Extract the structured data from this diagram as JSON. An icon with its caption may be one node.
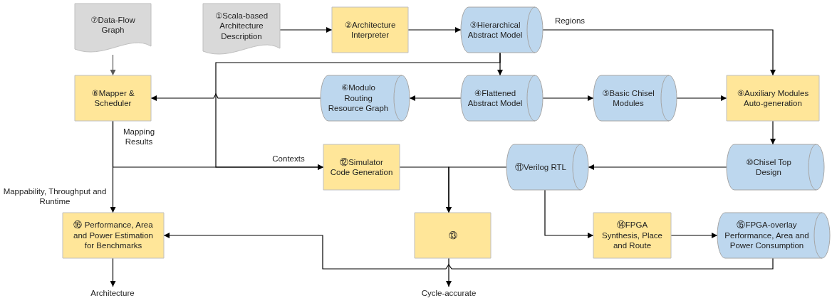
{
  "diagram": {
    "nodes": [
      {
        "text": [
          "⑦Data-Flow Graph"
        ]
      },
      {
        "text": [
          "①Scala-based Architecture Description"
        ]
      },
      {
        "text": [
          "②Architecture Interpreter"
        ]
      },
      {
        "text": [
          "③Hierarchical Abstract Model"
        ]
      },
      {
        "text": [
          "⑧Mapper & Scheduler"
        ]
      },
      {
        "text": [
          "⑥Modulo Routing Resource Graph"
        ]
      },
      {
        "text": [
          "④Flattened Abstract Model"
        ]
      },
      {
        "text": [
          "⑤Basic Chisel Modules"
        ]
      },
      {
        "text": [
          "⑨Auxiliary Modules Auto-generation"
        ]
      },
      {
        "text": [
          "⑫Simulator Code Generation"
        ]
      },
      {
        "text": [
          "⑪Verilog RTL"
        ]
      },
      {
        "text": [
          "⑩Chisel Top Design"
        ]
      },
      {
        "text": [
          "⑯ Performance, Area and Power Estimation for Benchmarks"
        ]
      },
      {
        "text": [
          "⑬"
        ]
      },
      {
        "text": [
          "⑭FPGA Synthesis, Place and Route"
        ]
      },
      {
        "text": [
          "⑮FPGA-overlay Performance, Area and Power Consumption"
        ]
      },
      {
        "text": [
          "Architecture"
        ]
      },
      {
        "text": [
          "Cycle-accurate"
        ]
      }
    ],
    "edges": [
      {
        "from": 0,
        "to": 4,
        "arrow": "to",
        "color": "#595959"
      },
      {
        "from": 1,
        "to": 2,
        "arrow": "to"
      },
      {
        "from": 2,
        "to": 3,
        "arrow": "to"
      },
      {
        "from": 3,
        "to": 8,
        "arrow": "to",
        "label": "Regions"
      },
      {
        "from": 3,
        "to": 6,
        "arrow": "to"
      },
      {
        "from": 6,
        "to": 5,
        "arrow": "to"
      },
      {
        "from": 5,
        "to": 4,
        "arrow": "to"
      },
      {
        "from": 6,
        "to": 7,
        "arrow": "to"
      },
      {
        "from": 7,
        "to": 8,
        "arrow": "to"
      },
      {
        "from": 8,
        "to": 11,
        "arrow": "to"
      },
      {
        "from": 11,
        "to": 10,
        "arrow": "to"
      },
      {
        "from": 3,
        "to": 9,
        "arrow": "to",
        "label": "Contexts"
      },
      {
        "from": 4,
        "to": 9,
        "arrow": "to",
        "label": "Mapping Results"
      },
      {
        "from": 4,
        "to": 12,
        "arrow": "to",
        "label": "Mappability, Throughput and Runtime"
      },
      {
        "from": 9,
        "to": 13,
        "arrow": "to"
      },
      {
        "from": 10,
        "to": 13,
        "arrow": "to"
      },
      {
        "from": 10,
        "to": 14,
        "arrow": "to"
      },
      {
        "from": 14,
        "to": 15,
        "arrow": "to"
      },
      {
        "from": 15,
        "to": 12,
        "arrow": "to"
      },
      {
        "from": 12,
        "to": 16,
        "arrow": "to"
      },
      {
        "from": 13,
        "to": 17,
        "arrow": "to"
      }
    ]
  }
}
